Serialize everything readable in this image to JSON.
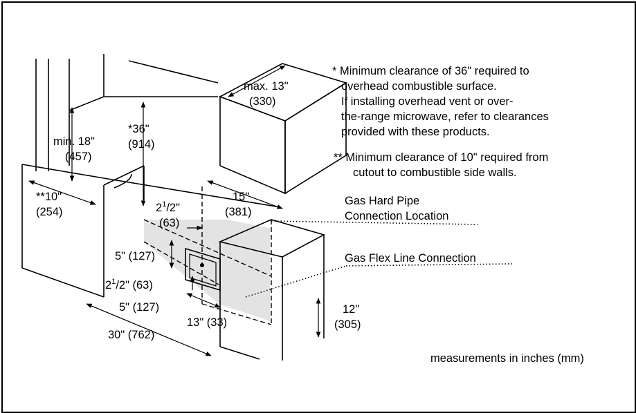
{
  "notes": {
    "note1": [
      "* Minimum clearance of 36\" required to",
      "overhead combustible surface.",
      "If installing overhead vent or over-",
      "the-range microwave, refer to clearances",
      "provided with these products."
    ],
    "note2": [
      "** Minimum clearance of 10\" required from",
      "cutout to combustible side walls."
    ]
  },
  "labels": {
    "max13": "max. 13\"",
    "max13_mm": "(330)",
    "min18": "min. 18\"",
    "min18_mm": "(457)",
    "d36": "*36\"",
    "d36_mm": "(914)",
    "d10": "**10\"",
    "d10_mm": "(254)",
    "d15": "15\"",
    "d15_mm": "(381)",
    "half_a_whole": "2",
    "half_a_sup": "1",
    "half_a_den": "/2\"",
    "half_a_mm": "(63)",
    "d5v": "5\" (127)",
    "half_b_whole": "2",
    "half_b_sup": "1",
    "half_b_rest": "/2\" (63)",
    "d5h": "5\" (127)",
    "d13": "13\" (33)",
    "d30": "30\" (762)",
    "d12": "12\"",
    "d12_mm": "(305)",
    "gas_hard_1": "Gas Hard Pipe",
    "gas_hard_2": "Connection Location",
    "gas_flex": "Gas Flex Line Connection",
    "units": "measurements in inches (mm)"
  }
}
